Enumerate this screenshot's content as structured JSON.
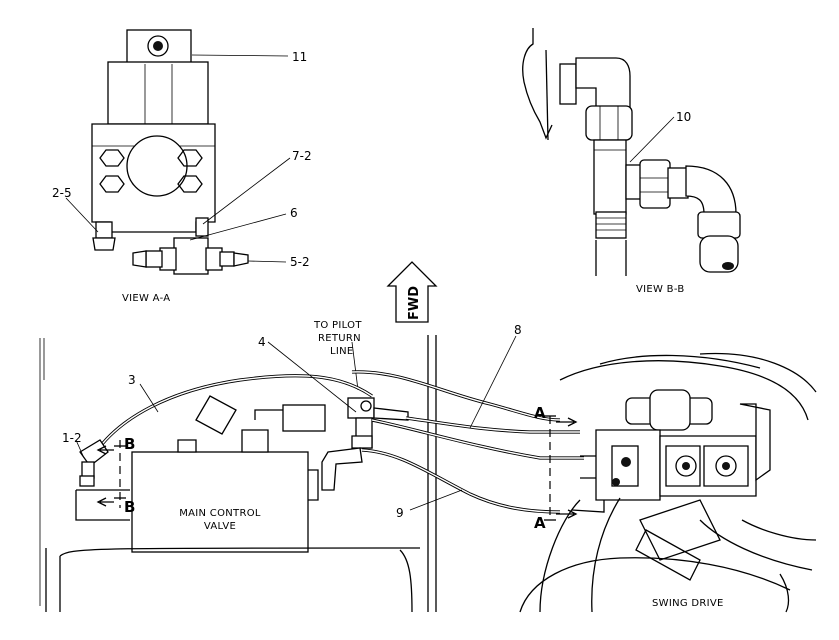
{
  "callouts": {
    "p11": "11",
    "p7_2": "7-2",
    "p6": "6",
    "p2_5": "2-5",
    "p5_2": "5-2",
    "p10": "10",
    "p4": "4",
    "p3": "3",
    "p8": "8",
    "p1_2": "1-2",
    "p9": "9"
  },
  "views": {
    "view_a": "VIEW  A-A",
    "view_b": "VIEW  B-B"
  },
  "labels": {
    "fwd": "FWD",
    "pilot_line1": "TO PILOT",
    "pilot_line2": "RETURN",
    "pilot_line3": "LINE",
    "mcv_line1": "MAIN CONTROL",
    "mcv_line2": "VALVE",
    "swing_drive": "SWING DRIVE"
  },
  "section_marks": {
    "a_top": "A",
    "a_bottom": "A",
    "b_top": "B",
    "b_bottom": "B"
  }
}
